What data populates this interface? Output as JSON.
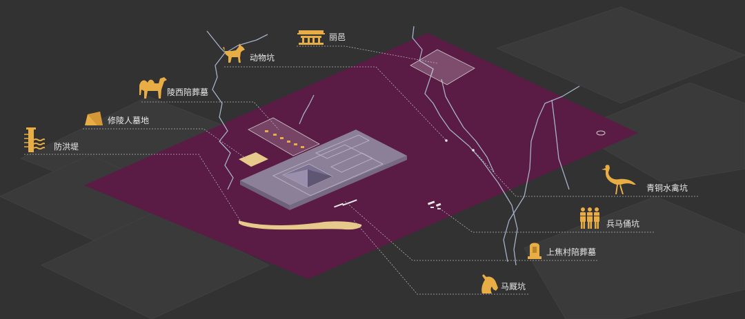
{
  "diagram": {
    "colors": {
      "background": "#323232",
      "plateau": "#5a1b44",
      "accent": "#e8ad45",
      "river": "#a6b2c8",
      "label_text": "#e9e9e9",
      "leader_line": "#b5b5b5"
    },
    "labels": {
      "liyi": "丽邑",
      "animal_pit": "动物坑",
      "lingxi_tombs": "陵西陪葬墓",
      "builders_cemetery": "修陵人墓地",
      "flood_dike": "防洪堤",
      "bronze_waterfowl_pit": "青铜水禽坑",
      "terracotta_pit": "兵马俑坑",
      "shangjiao_tombs": "上焦村陪葬墓",
      "stable_pit": "马厩坑"
    },
    "icons": {
      "liyi": "palace-icon",
      "animal_pit": "dog-icon",
      "lingxi_tombs": "camel-icon",
      "builders_cemetery": "mound-icon",
      "flood_dike": "dike-icon",
      "bronze_waterfowl_pit": "crane-icon",
      "terracotta_pit": "warriors-icon",
      "shangjiao_tombs": "tombstone-icon",
      "stable_pit": "horse-head-icon"
    }
  }
}
